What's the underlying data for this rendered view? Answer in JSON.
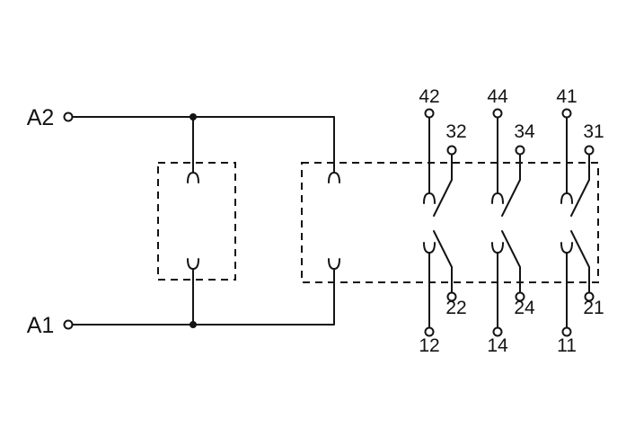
{
  "labels": {
    "a2": "A2",
    "a1": "A1"
  },
  "contact_groups": [
    {
      "top_outer": "42",
      "top_inner": "32",
      "bottom_inner": "22",
      "bottom_outer": "12"
    },
    {
      "top_outer": "44",
      "top_inner": "34",
      "bottom_inner": "24",
      "bottom_outer": "14"
    },
    {
      "top_outer": "41",
      "top_inner": "31",
      "bottom_inner": "21",
      "bottom_outer": "11"
    }
  ],
  "colors": {
    "line": "#141414",
    "background": "#ffffff"
  }
}
